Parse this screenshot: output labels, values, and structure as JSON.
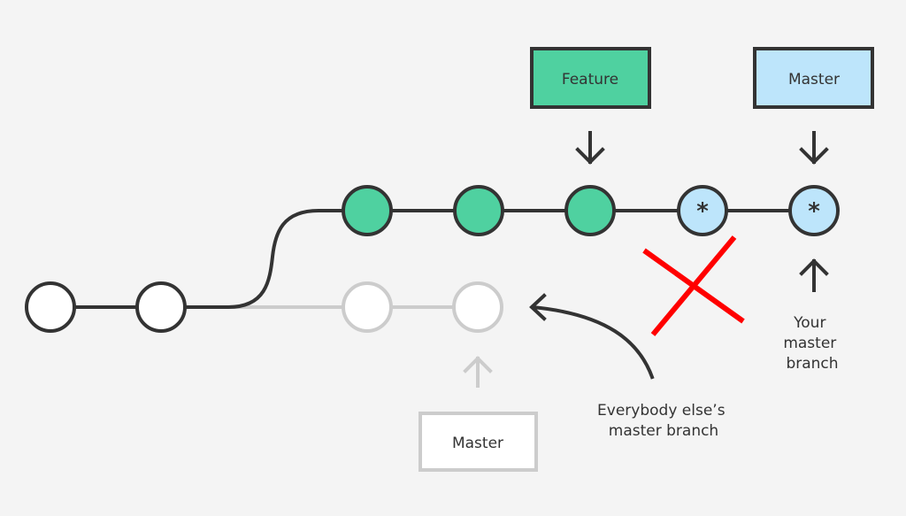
{
  "colors": {
    "background": "#f4f4f4",
    "ink": "#333333",
    "ghost": "#cccccc",
    "feature_green": "#4fd1a0",
    "master_blue": "#bde5fb",
    "commit_white": "#ffffff",
    "cross_red": "#ff0000"
  },
  "labels": {
    "feature": "Feature",
    "master_top": "Master",
    "master_bottom": "Master"
  },
  "notes": {
    "your_master": [
      "Your",
      "master",
      "branch"
    ],
    "everybody_master": [
      "Everybody else’s",
      "master branch"
    ]
  },
  "commits": {
    "shared": [
      "white",
      "white"
    ],
    "feature_branch": [
      "green",
      "green",
      "green",
      "blue-star",
      "blue-star"
    ],
    "ghost_branch": [
      "ghost",
      "ghost"
    ]
  },
  "icons": [
    "down-arrow-icon",
    "up-arrow-icon",
    "curved-arrow-icon",
    "red-x-icon",
    "asterisk-icon"
  ]
}
